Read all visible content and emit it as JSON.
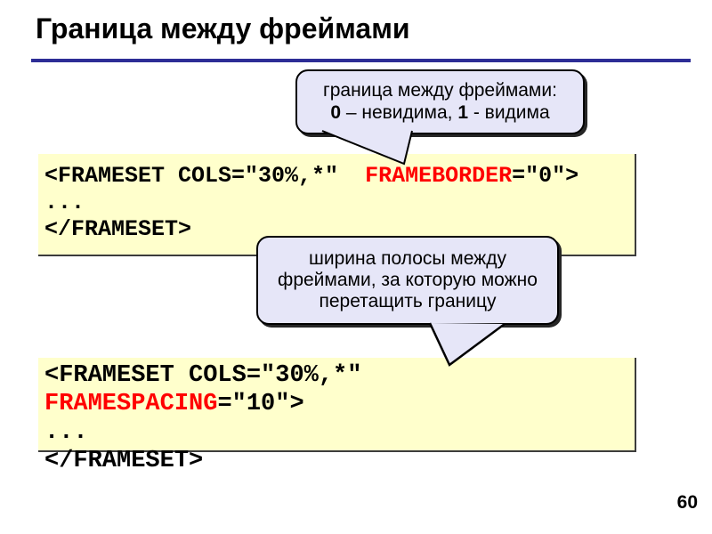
{
  "slide": {
    "title": "Граница между фреймами",
    "page_number": "60"
  },
  "callouts": [
    {
      "line1": "граница между фреймами:",
      "bold_zero": "0",
      "mid_text": " – невидима, ",
      "bold_one": "1",
      "end_text": " - видима"
    },
    {
      "lines": [
        "ширина полосы между",
        "фреймами, за которую можно",
        "перетащить границу"
      ]
    }
  ],
  "code_blocks": [
    {
      "lines": [
        {
          "pre": "<FRAMESET COLS=\"30%,*\"  ",
          "highlight": "FRAMEBORDER",
          "post": "=\"0\">"
        },
        {
          "pre": "..."
        },
        {
          "pre": "</FRAMESET>"
        }
      ]
    },
    {
      "lines": [
        {
          "pre": "<FRAMESET COLS=\"30%,*\""
        },
        {
          "pre": "",
          "highlight": "FRAMESPACING",
          "post": "=\"10\">"
        },
        {
          "pre": "..."
        },
        {
          "pre": "</FRAMESET>"
        }
      ]
    }
  ],
  "colors": {
    "title_underline": "#2D2D96",
    "code_background": "#FFFFCC",
    "code_highlight": "#FF0000",
    "callout_background": "#E6E6F8"
  }
}
